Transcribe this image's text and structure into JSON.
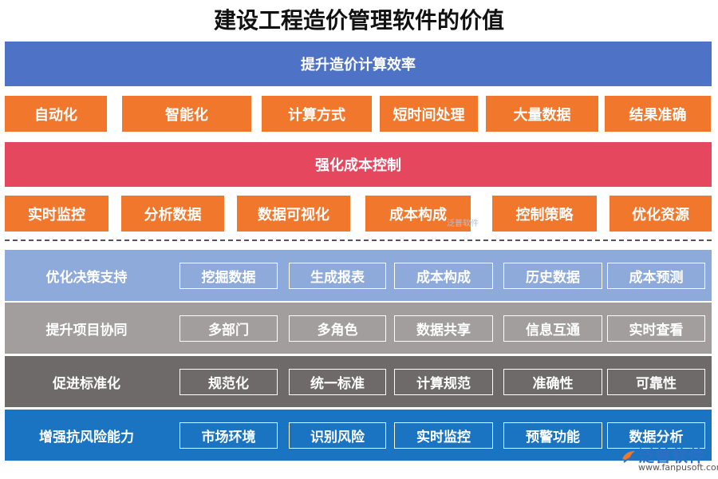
{
  "title": "建设工程造价管理软件的价值",
  "section1": {
    "banner": "提升造价计算效率",
    "items": [
      "自动化",
      "智能化",
      "计算方式",
      "短时间处理",
      "大量数据",
      "结果准确"
    ]
  },
  "section2": {
    "banner": "强化成本控制",
    "items": [
      "实时监控",
      "分析数据",
      "数据可视化",
      "成本构成",
      "控制策略",
      "优化资源"
    ]
  },
  "watermark": "泛普软件",
  "bands": [
    {
      "label": "优化决策支持",
      "items": [
        "挖掘数据",
        "生成报表",
        "成本构成",
        "历史数据",
        "成本预测"
      ]
    },
    {
      "label": "提升项目协同",
      "items": [
        "多部门",
        "多角色",
        "数据共享",
        "信息互通",
        "实时查看"
      ]
    },
    {
      "label": "促进标准化",
      "items": [
        "规范化",
        "统一标准",
        "计算规范",
        "准确性",
        "可靠性"
      ]
    },
    {
      "label": "增强抗风险能力",
      "items": [
        "市场环境",
        "识别风险",
        "实时监控",
        "预警功能",
        "数据分析"
      ]
    }
  ],
  "logo": {
    "name": "泛普软件",
    "url": "www.fanpusoft.com"
  },
  "colors": {
    "blue_banner": "#4e73c6",
    "red_banner": "#e4475e",
    "orange": "#f0772b",
    "band1": "#8eaadb",
    "band2": "#a29e9d",
    "band3": "#6e6a69",
    "band4": "#1a74c2"
  }
}
